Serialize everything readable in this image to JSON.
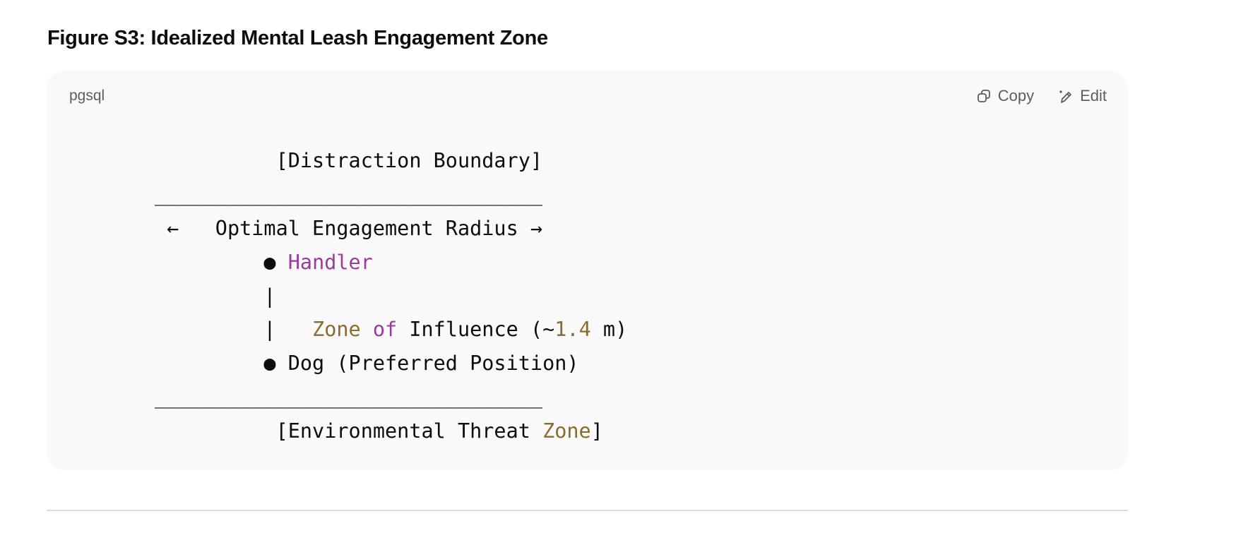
{
  "title": "Figure S3: Idealized Mental Leash Engagement Zone",
  "code_block": {
    "language": "pgsql",
    "copy_label": "Copy",
    "edit_label": "Edit",
    "lines": {
      "l0": "          [Distraction Boundary]",
      "l1": "________________________________",
      "l2": " ←   Optimal Engagement Radius →",
      "l3_prefix": "         ● ",
      "l3_handler": "Handler",
      "l4": "         |",
      "l5_prefix": "         |   ",
      "l5_zone": "Zone",
      "l5_space1": " ",
      "l5_of": "of",
      "l5_mid": " Influence (~",
      "l5_num": "1.4",
      "l5_end": " m)",
      "l6": "         ● Dog (Preferred Position)",
      "l7": "________________________________",
      "l8_prefix": "          [Environmental Threat ",
      "l8_zone": "Zone",
      "l8_end": "]"
    }
  },
  "colors": {
    "keyword": "#9a3c9f",
    "literal": "#8b6a2d"
  }
}
